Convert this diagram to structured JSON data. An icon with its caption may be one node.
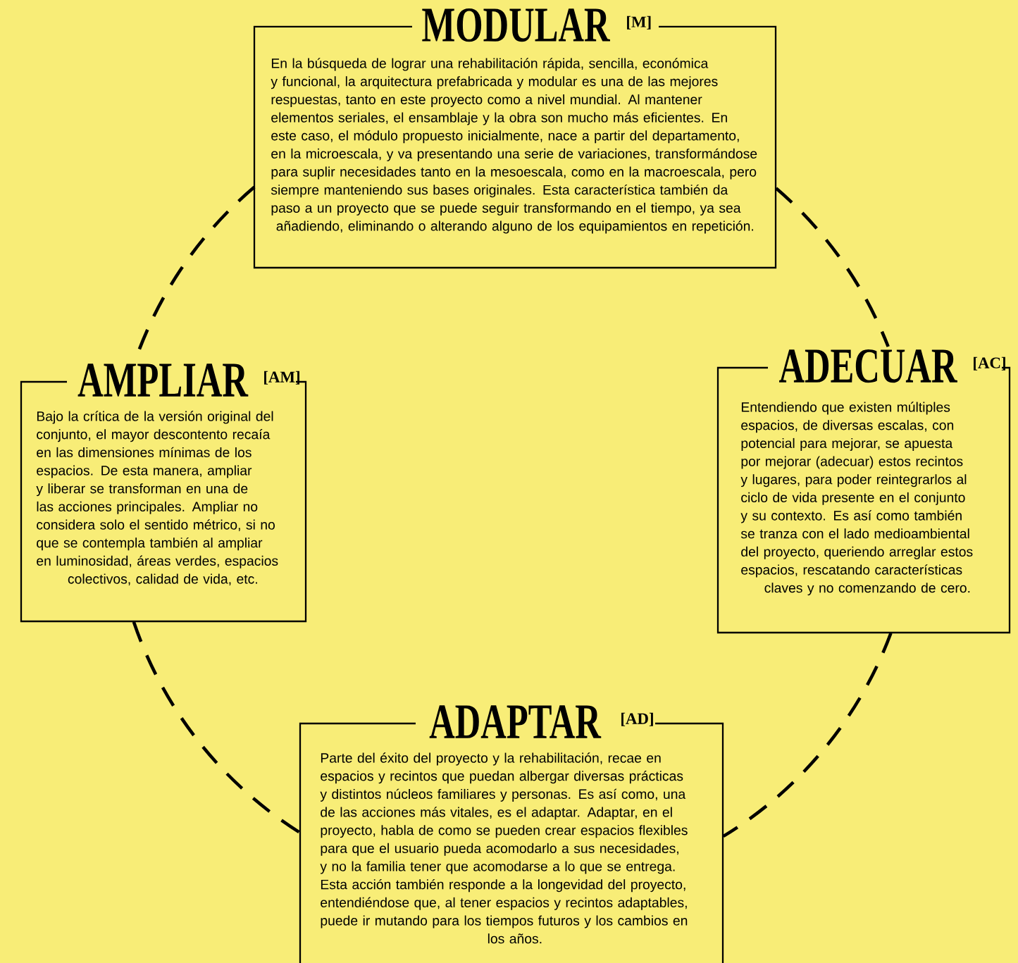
{
  "diagram": {
    "nodes": [
      {
        "text": [
          "MODULAR",
          "[M]",
          "En la búsqueda de lograr una rehabilitación rápida, sencilla, económica y funcional, la arquitectura prefabricada y modular es una de las mejores respuestas, tanto en este proyecto como a nivel mundial. Al mantener elementos seriales, el ensamblaje y la obra son mucho más eficientes. En este caso, el módulo propuesto inicialmente, nace a partir del departamento, en la microescala, y va presentando una serie de variaciones, transformándose para suplir necesidades tanto en la mesoescala, como en la macroescala, pero siempre manteniendo sus bases originales. Esta característica también da paso a un proyecto que se puede seguir transformando en el tiempo, ya sea añadiendo, eliminando o alterando alguno de los equipamientos en repetición."
        ]
      },
      {
        "text": [
          "AMPLIAR",
          "[AM]",
          "Bajo la crítica de la versión original del conjunto, el mayor descontento recaía en las dimensiones mínimas de los espacios. De esta manera, ampliar y liberar se transforman en una de las acciones principales. Ampliar no considera solo el sentido métrico, si no que se contempla también al ampliar en luminosidad, áreas verdes, espacios colectivos, calidad de vida, etc."
        ]
      },
      {
        "text": [
          "ADECUAR",
          "[AC]",
          "Entendiendo que existen múltiples espacios, de diversas escalas, con potencial para mejorar, se apuesta por mejorar (adecuar) estos recintos y lugares, para poder reintegrarlos al ciclo de vida presente en el conjunto y su contexto. Es así como también se tranza con el lado medioambiental del proyecto, queriendo arreglar estos espacios, rescatando características claves y no comenzando de cero."
        ]
      },
      {
        "text": [
          "ADAPTAR",
          "[AD]",
          "Parte del éxito del proyecto y la rehabilitación, recae en espacios y recintos que puedan albergar diversas prácticas y distintos núcleos familiares y personas. Es así como, una de las acciones más vitales, es el adaptar. Adaptar, en el proyecto, habla de como se pueden crear espacios flexibles para que el usuario pueda acomodarlo a sus necesidades, y no la familia tener que acomodarse a lo que se entrega. Esta acción también responde a la longevidad del proyecto, entendiéndose que, al tener espacios y recintos adaptables, puede ir mutando para los tiempos futuros y los cambios en los años."
        ]
      }
    ],
    "edges": [
      {
        "from": 0,
        "to": 1,
        "arrow": "none",
        "style": "dashed"
      },
      {
        "from": 0,
        "to": 2,
        "arrow": "none",
        "style": "dashed"
      },
      {
        "from": 1,
        "to": 3,
        "arrow": "none",
        "style": "dashed"
      },
      {
        "from": 2,
        "to": 3,
        "arrow": "none",
        "style": "dashed"
      }
    ]
  }
}
